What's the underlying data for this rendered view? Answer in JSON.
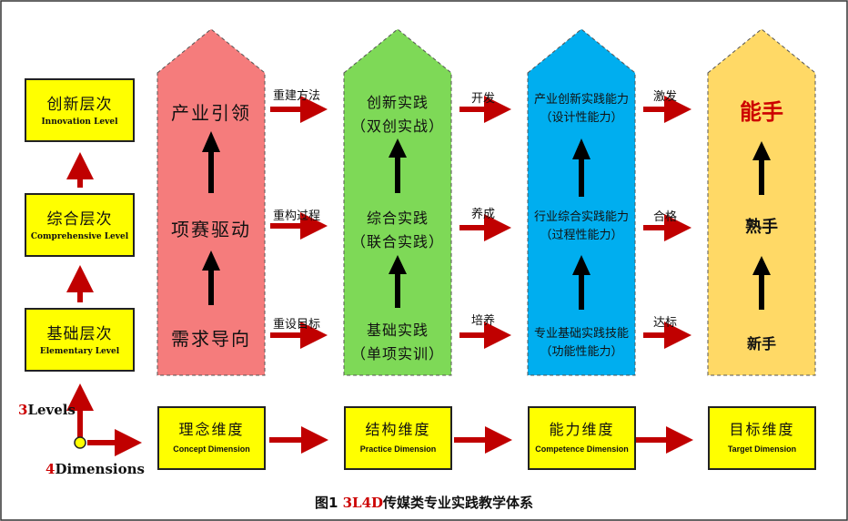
{
  "levels": [
    {
      "zh": "创新层次",
      "en": "Innovation Level"
    },
    {
      "zh": "综合层次",
      "en": "Comprehensive Level"
    },
    {
      "zh": "基础层次",
      "en": "Elementary Level"
    }
  ],
  "axis": {
    "levels_prefix": "3",
    "levels_rest": "Levels",
    "dims_prefix": "4",
    "dims_rest": "Dimensions"
  },
  "dimensions": [
    {
      "zh": "理念维度",
      "en": "Concept  Dimension"
    },
    {
      "zh": "结构维度",
      "en": "Practice Dimension"
    },
    {
      "zh": "能力维度",
      "en": "Competence Dimension"
    },
    {
      "zh": "目标维度",
      "en": "Target Dimension"
    }
  ],
  "columns": {
    "concept": {
      "color": "#f57c7c",
      "rows": [
        "产业引领",
        "项赛驱动",
        "需求导向"
      ]
    },
    "practice": {
      "color": "#7ed957",
      "rows": [
        {
          "line1": "创新实践",
          "line2": "（双创实战）"
        },
        {
          "line1": "综合实践",
          "line2": "（联合实践）"
        },
        {
          "line1": "基础实践",
          "line2": "（单项实训）"
        }
      ]
    },
    "competence": {
      "color": "#00aeef",
      "rows": [
        {
          "line1": "产业创新实践能力",
          "line2": "（设计性能力）"
        },
        {
          "line1": "行业综合实践能力",
          "line2": "（过程性能力）"
        },
        {
          "line1": "专业基础实践技能",
          "line2": "（功能性能力）"
        }
      ]
    },
    "target": {
      "color": "#ffd966",
      "top": "能手",
      "top_color": "#cc0000",
      "mid": "熟手",
      "bottom": "新手"
    }
  },
  "connectors": {
    "a": [
      "重建方法",
      "重构过程",
      "重设目标"
    ],
    "b": [
      "开发",
      "养成",
      "培养"
    ],
    "c": [
      "激发",
      "合格",
      "达标"
    ]
  },
  "caption": {
    "prefix": "图1 ",
    "highlight": "3L4D",
    "rest": "传媒类专业实践教学体系",
    "highlight_color": "#cc0000"
  },
  "colors": {
    "arrow": "#c00000",
    "box": "#ffff00"
  }
}
